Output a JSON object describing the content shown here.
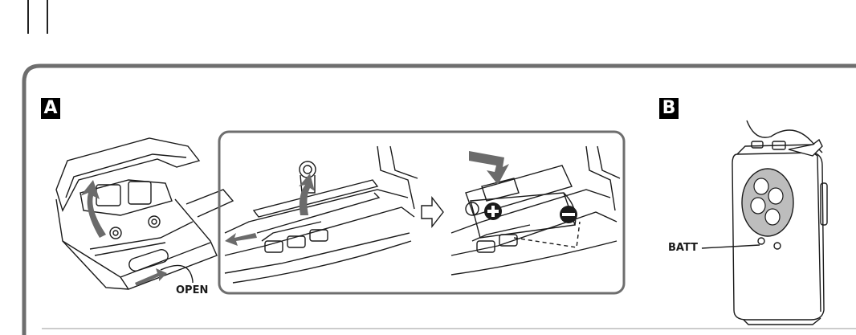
{
  "panel_a": {
    "letter": "A",
    "open_label": "OPEN"
  },
  "panel_b": {
    "letter": "B",
    "batt_label": "BATT"
  },
  "colors": {
    "frame": "#6e6e6e",
    "line": "#1a1a1a",
    "arrow": "#6b6b6b",
    "body_gray": "#bdbdbd"
  }
}
